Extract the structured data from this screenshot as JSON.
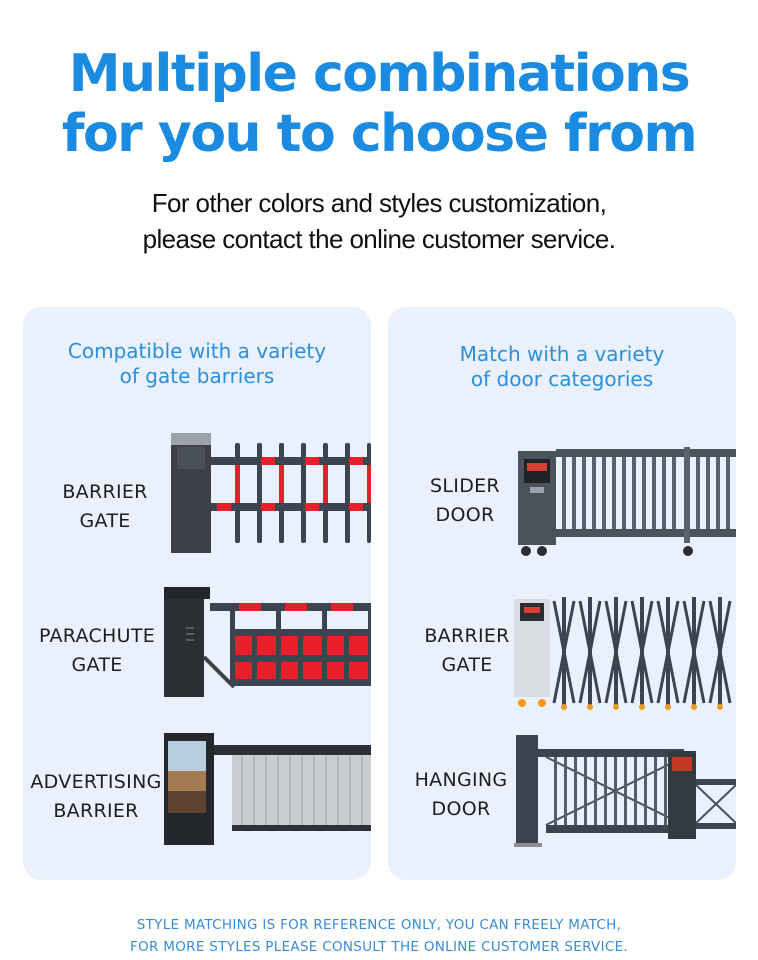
{
  "headline": {
    "line1": "Multiple combinations",
    "line2": "for you to choose from",
    "color": "#1a8be0"
  },
  "subline": {
    "line1": "For other colors and styles customization,",
    "line2": "please contact the online customer service."
  },
  "left_panel": {
    "title_line1": "Compatible with a variety",
    "title_line2": "of gate barriers",
    "items": [
      {
        "label_line1": "BARRIER",
        "label_line2": "GATE",
        "icon": "fence-barrier-gate-image"
      },
      {
        "label_line1": "PARACHUTE",
        "label_line2": "GATE",
        "icon": "parachute-gate-image"
      },
      {
        "label_line1": "ADVERTISING",
        "label_line2": "BARRIER",
        "icon": "advertising-barrier-image"
      }
    ]
  },
  "right_panel": {
    "title_line1": "Match with a variety",
    "title_line2": "of door categories",
    "items": [
      {
        "label_line1": "SLIDER",
        "label_line2": "DOOR",
        "icon": "slider-door-image"
      },
      {
        "label_line1": "BARRIER",
        "label_line2": "GATE",
        "icon": "retractable-gate-image"
      },
      {
        "label_line1": "HANGING",
        "label_line2": "DOOR",
        "icon": "hanging-door-image"
      }
    ]
  },
  "footer": {
    "line1": "STYLE MATCHING IS FOR REFERENCE ONLY, YOU CAN FREELY MATCH,",
    "line2": "FOR MORE STYLES PLEASE CONSULT THE ONLINE CUSTOMER SERVICE."
  },
  "colors": {
    "accent": "#1a8be0",
    "panel_bg": "#eaf1fc",
    "barrier_red": "#e8202a",
    "metal_dark": "#3d4450"
  }
}
